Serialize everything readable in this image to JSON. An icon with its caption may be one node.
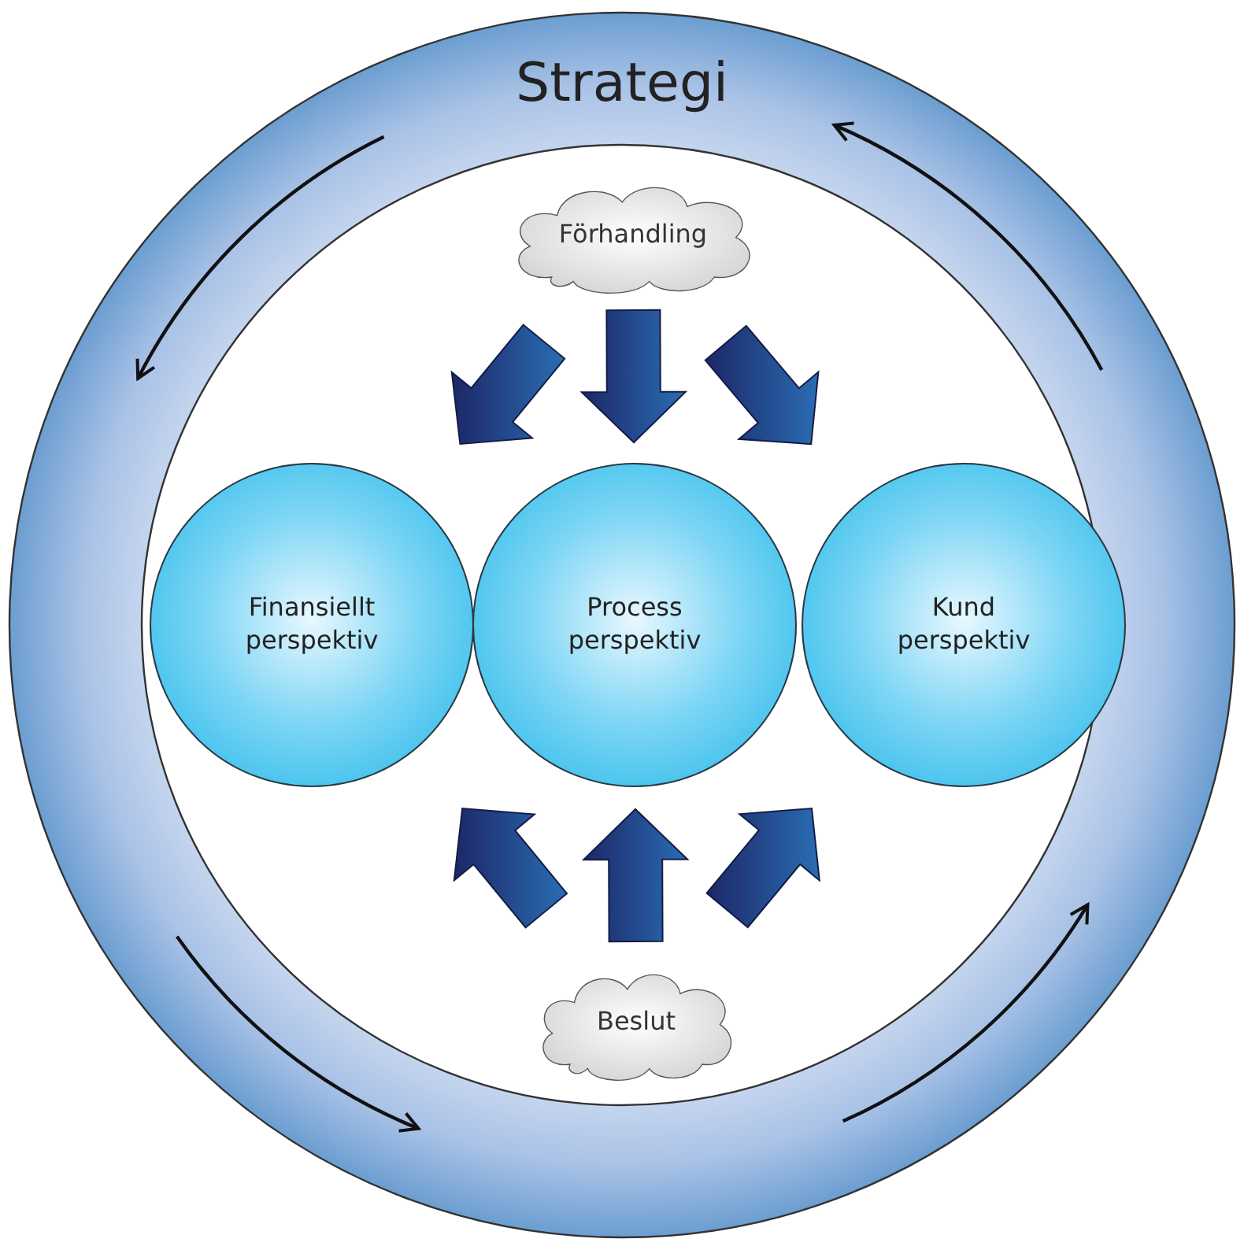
{
  "diagram": {
    "nodes": [
      {
        "text": [
          "Strategi"
        ]
      },
      {
        "text": [
          "Förhandling"
        ],
        "in": 0
      },
      {
        "text": [
          "Finansiellt perspektiv"
        ],
        "in": 0
      },
      {
        "text": [
          "Process perspektiv"
        ],
        "in": 0
      },
      {
        "text": [
          "Kund perspektiv"
        ],
        "in": 0
      },
      {
        "text": [
          "Beslut"
        ],
        "in": 0
      }
    ],
    "edges": [
      {
        "from": 1,
        "to": 2,
        "arrow": "to"
      },
      {
        "from": 1,
        "to": 3,
        "arrow": "to"
      },
      {
        "from": 1,
        "to": 4,
        "arrow": "to"
      },
      {
        "from": 5,
        "to": 2,
        "arrow": "to"
      },
      {
        "from": 5,
        "to": 3,
        "arrow": "to"
      },
      {
        "from": 5,
        "to": 4,
        "arrow": "to"
      }
    ]
  }
}
